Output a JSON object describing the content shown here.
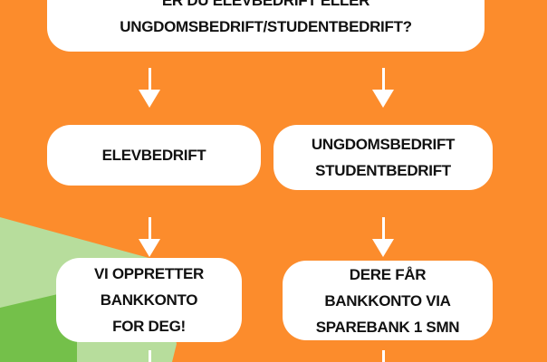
{
  "question": {
    "line1": "ER DU ELEVBEDRIFT ELLER",
    "line2": "UNGDOMSBEDRIFT/STUDENTBEDRIFT?"
  },
  "left_branch": {
    "type": "ELEVBEDRIFT",
    "result": [
      "VI OPPRETTER",
      "BANKKONTO",
      "FOR DEG!"
    ]
  },
  "right_branch": {
    "type": [
      "UNGDOMSBEDRIFT",
      "STUDENTBEDRIFT"
    ],
    "result": [
      "DERE FÅR",
      "BANKKONTO VIA",
      "SPAREBANK 1 SMN"
    ]
  },
  "colors": {
    "background": "#fc8c2c",
    "light_green": "#b7dd9c",
    "green": "#74c04a"
  }
}
